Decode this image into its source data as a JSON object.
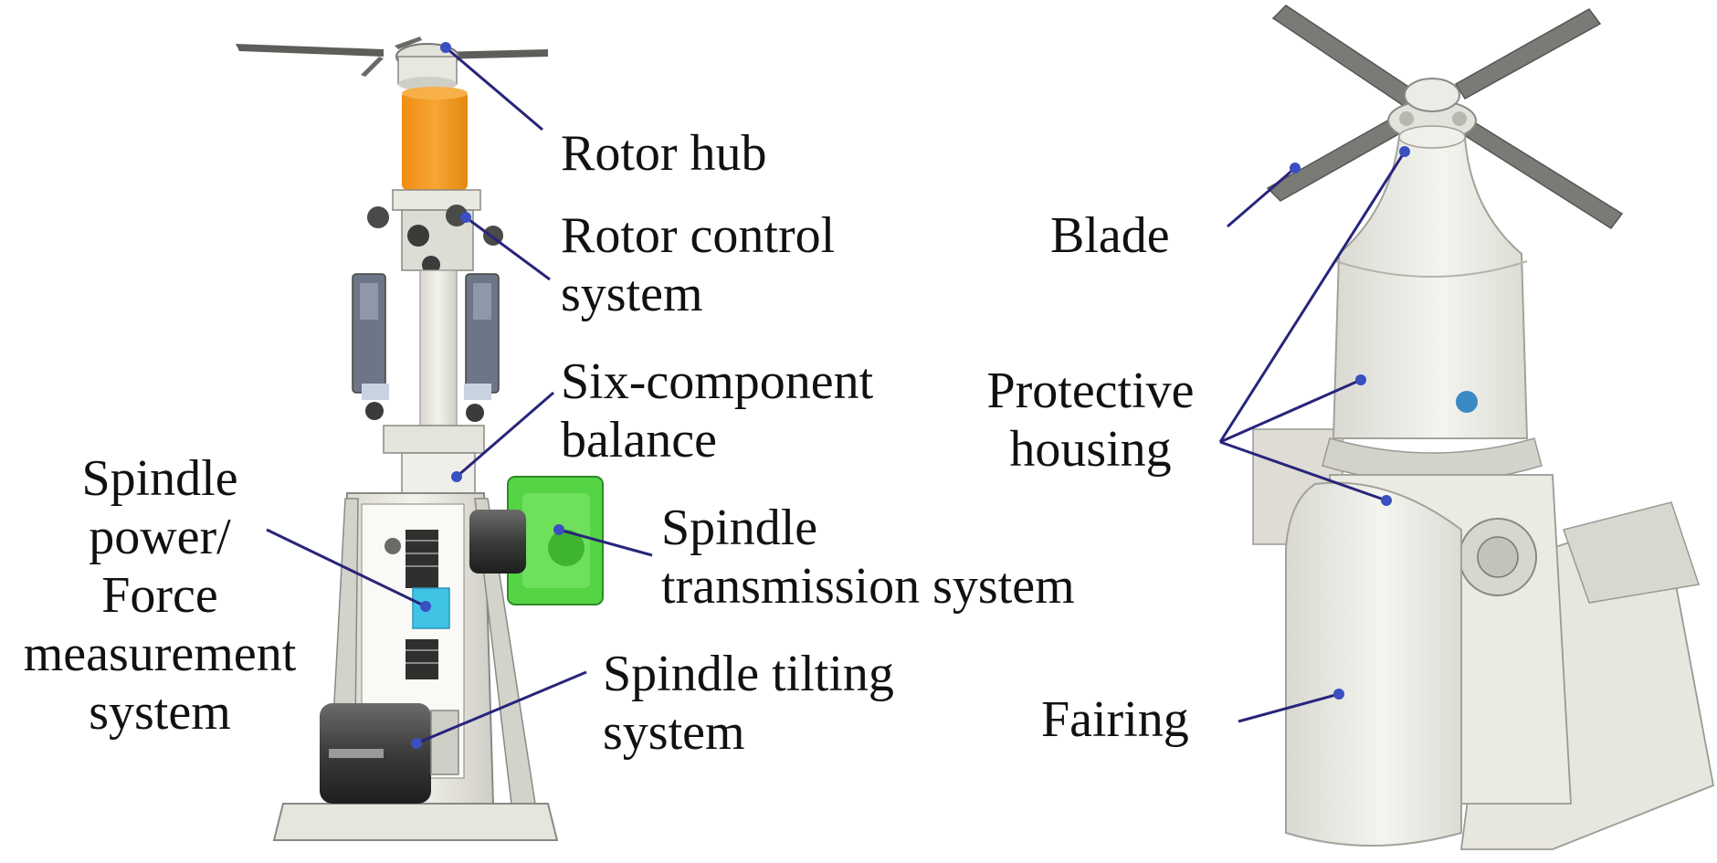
{
  "labels": {
    "rotor_hub": "Rotor hub",
    "rotor_control": [
      "Rotor control",
      "system"
    ],
    "balance": [
      "Six-component",
      "balance"
    ],
    "spindle_power": [
      "Spindle",
      "power/",
      "Force",
      "measurement",
      "system"
    ],
    "spindle_transmission": [
      "Spindle",
      "transmission system"
    ],
    "spindle_tilting": [
      "Spindle tilting",
      "system"
    ],
    "blade": "Blade",
    "protective_housing": [
      "Protective",
      "housing"
    ],
    "fairing": "Fairing"
  },
  "colors": {
    "leader_line": "#27257a",
    "leader_dot": "#3a4fc0",
    "motor_housing": "#f39a1e",
    "coupling": "#3fc4e6",
    "gearbox": "#4fd43f",
    "frame": "#ecebe4",
    "actuator": "#6f7a8c",
    "dark_part": "#222222",
    "blade": "#7a7a78",
    "fairing": "#ecece6"
  }
}
